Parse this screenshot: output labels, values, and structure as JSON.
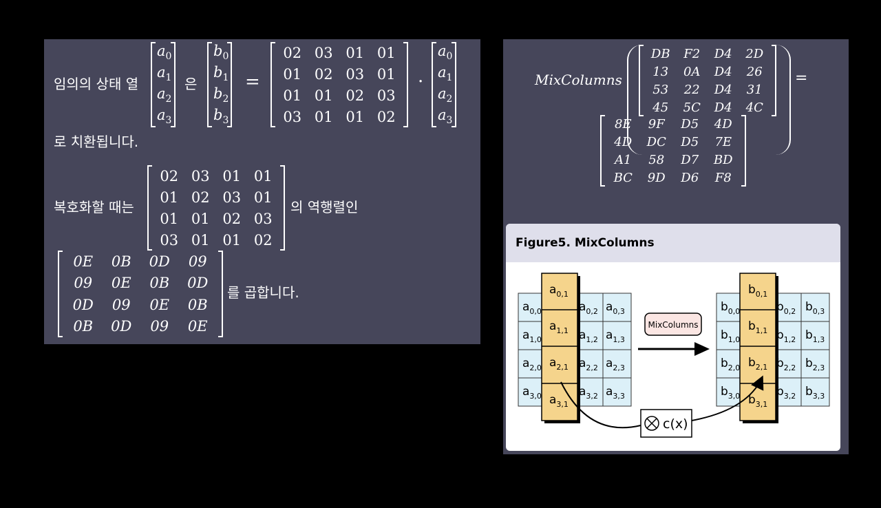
{
  "left": {
    "intro": "임의의 상태 열",
    "eun": "은",
    "equals": "=",
    "dot": "·",
    "vec_a": [
      "a_0",
      "a_1",
      "a_2",
      "a_3"
    ],
    "vec_b": [
      "b_0",
      "b_1",
      "b_2",
      "b_3"
    ],
    "matrix_c": [
      [
        "02",
        "03",
        "01",
        "01"
      ],
      [
        "01",
        "02",
        "03",
        "01"
      ],
      [
        "01",
        "01",
        "02",
        "03"
      ],
      [
        "03",
        "01",
        "01",
        "02"
      ]
    ],
    "replaced_text": "로 치환됩니다.",
    "decrypt_text": "복호화할 때는",
    "inverse_text": "의 역행렬인",
    "matrix_inv": [
      [
        "0E",
        "0B",
        "0D",
        "09"
      ],
      [
        "09",
        "0E",
        "0B",
        "0D"
      ],
      [
        "0D",
        "09",
        "0E",
        "0B"
      ],
      [
        "0B",
        "0D",
        "09",
        "0E"
      ]
    ],
    "multiply_text": "를 곱합니다."
  },
  "right": {
    "func": "MixColumns",
    "equals": "=",
    "input": [
      [
        "DB",
        "F2",
        "D4",
        "2D"
      ],
      [
        "13",
        "0A",
        "D4",
        "26"
      ],
      [
        "53",
        "22",
        "D4",
        "31"
      ],
      [
        "45",
        "5C",
        "D4",
        "4C"
      ]
    ],
    "output": [
      [
        "8E",
        "9F",
        "D5",
        "4D"
      ],
      [
        "4D",
        "DC",
        "D5",
        "7E"
      ],
      [
        "A1",
        "58",
        "D7",
        "BD"
      ],
      [
        "BC",
        "9D",
        "D6",
        "F8"
      ]
    ],
    "figure": {
      "caption": "Figure5. MixColumns",
      "op_label": "MixColumns",
      "cx_label": "c(x)",
      "colors": {
        "state": "#dcf0f8",
        "column": "#f5d48c",
        "op_box": "#fbe6e3"
      }
    }
  }
}
